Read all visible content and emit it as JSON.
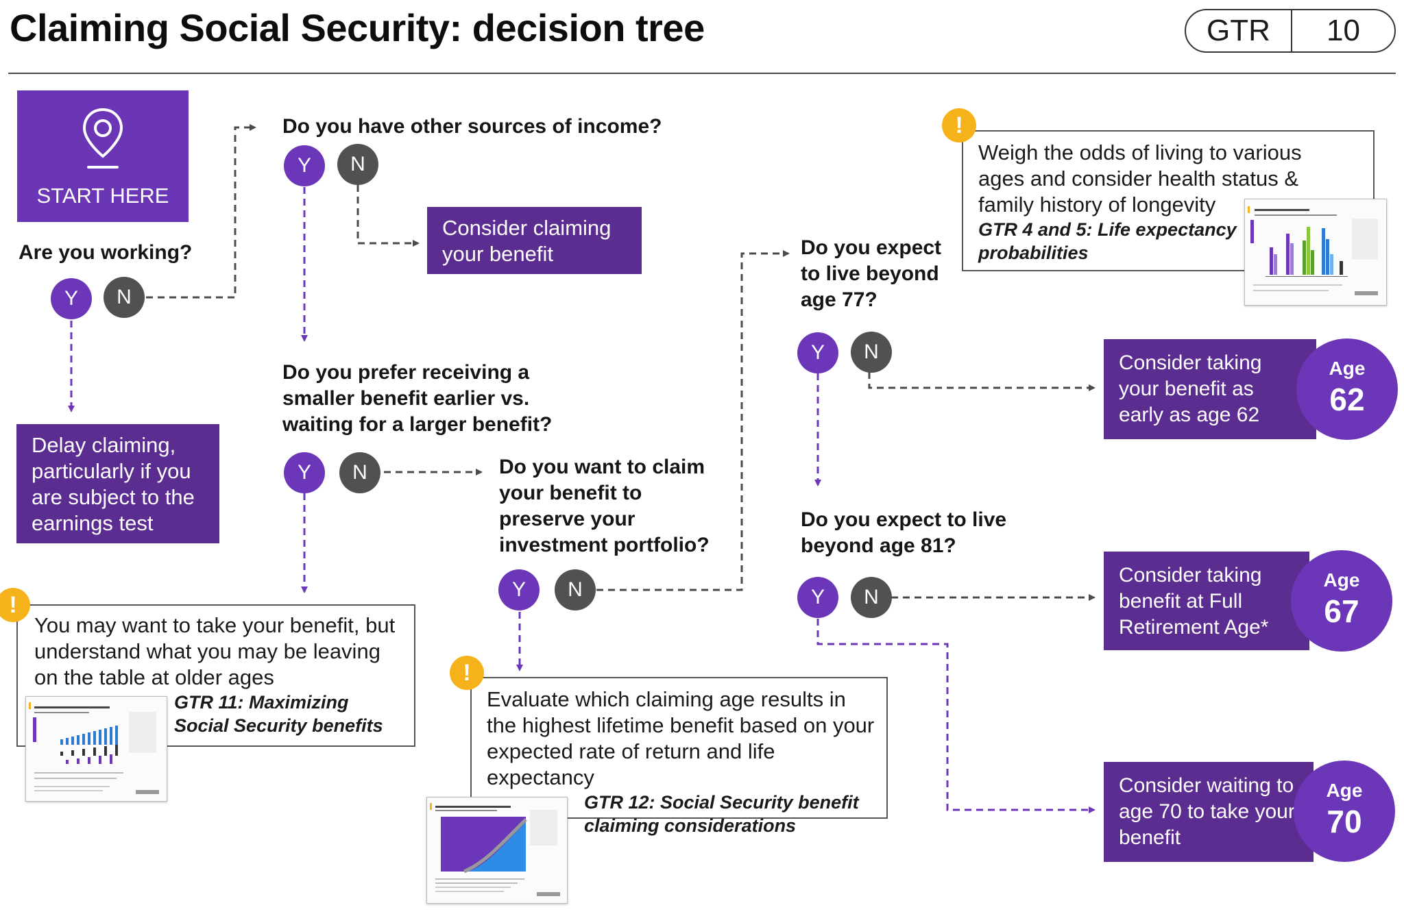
{
  "header": {
    "title": "Claiming Social Security: decision tree",
    "badge_left": "GTR",
    "badge_right": "10"
  },
  "start": {
    "label": "START HERE"
  },
  "questions": {
    "working": "Are you working?",
    "other_income": "Do you have other sources of income?",
    "prefer_smaller": "Do you prefer receiving a smaller benefit earlier vs. waiting for a larger benefit?",
    "preserve_portfolio": "Do you want to claim your benefit to preserve your investment portfolio?",
    "live_77": "Do you expect to live beyond age 77?",
    "live_81": "Do you expect to live beyond age 81?"
  },
  "yn": {
    "yes": "Y",
    "no": "N"
  },
  "outcomes": {
    "delay": "Delay claiming, particularly if you are subject to the earnings test",
    "consider_claiming": "Consider claiming your benefit",
    "age62": {
      "text": "Consider taking your benefit as early as age 62",
      "label": "Age",
      "age": "62"
    },
    "age67": {
      "text": "Consider taking benefit at Full Retirement Age*",
      "label": "Age",
      "age": "67"
    },
    "age70": {
      "text": "Consider waiting to age 70 to take your benefit",
      "label": "Age",
      "age": "70"
    }
  },
  "notes": {
    "older_ages": {
      "text": "You may want to take your benefit, but understand what you may be leaving on the table at older ages",
      "ref": "GTR 11: Maximizing Social Security benefits"
    },
    "evaluate": {
      "text": "Evaluate which claiming age results in the highest lifetime benefit based on your expected rate of return and life expectancy",
      "ref": "GTR 12: Social Security benefit claiming considerations"
    },
    "longevity": {
      "text": "Weigh the odds of living to various ages and consider health status & family history of longevity",
      "ref": "GTR 4 and 5: Life expectancy probabilities"
    }
  },
  "warning_glyph": "!",
  "colors": {
    "purple_dark": "#5b2d91",
    "purple_mid": "#6b36b8",
    "gray_circle": "#515151",
    "warning": "#f6b21b"
  },
  "icons": [
    "location-pin-icon",
    "warning-icon"
  ]
}
